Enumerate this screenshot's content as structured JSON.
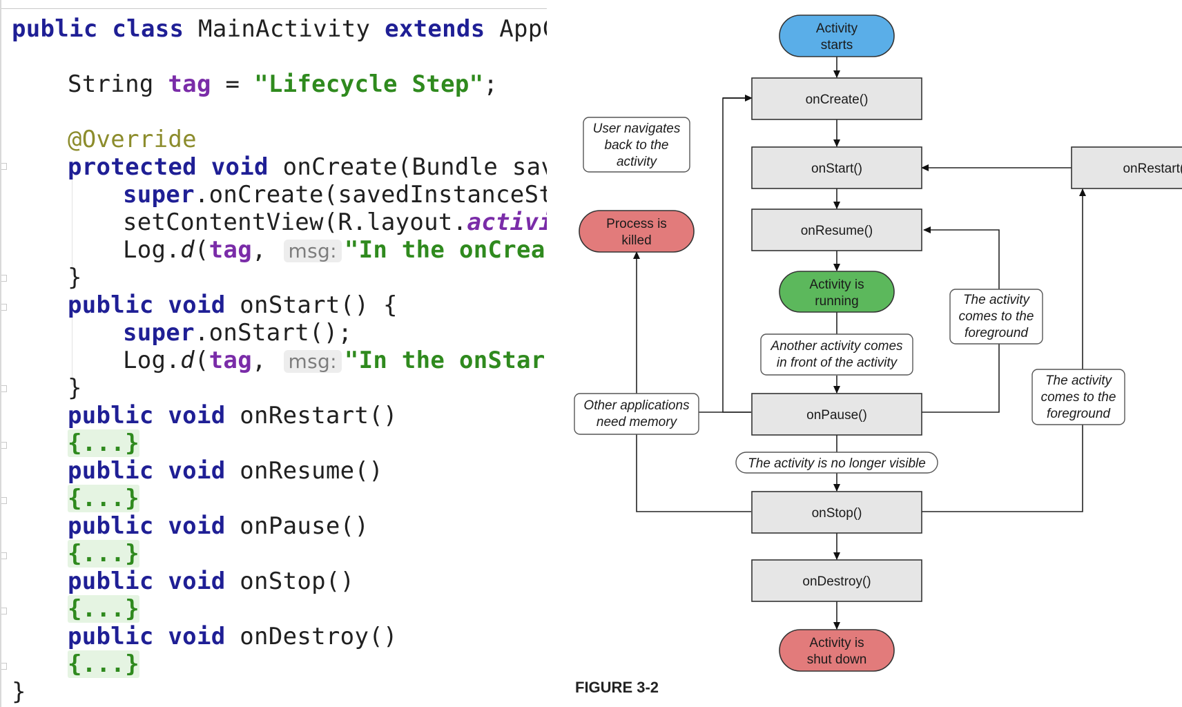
{
  "code": {
    "class_declaration": {
      "kw_public": "public",
      "kw_class": "class",
      "class_name": "MainActivity",
      "kw_extends": "extends",
      "parent_clipped": "AppC("
    },
    "tag_field": {
      "type": "String",
      "name": "tag",
      "equals": "=",
      "value": "\"Lifecycle Step\"",
      "end": ";"
    },
    "annotation": "@Override",
    "on_create": {
      "kw_protected": "protected",
      "kw_void": "void",
      "signature": "onCreate(Bundle save",
      "super_kw": "super",
      "super_call": ".onCreate(savedInstanceSta",
      "content_view_prefix": "setContentView(R.layout.",
      "content_view_field": "activit",
      "log_prefix": "Log.",
      "log_method": "d",
      "log_open": "(",
      "log_tag": "tag",
      "log_comma": ",",
      "msg_hint": "msg:",
      "log_string": "\"In the onCrea",
      "closing_brace": "}"
    },
    "on_start": {
      "kw_public": "public",
      "kw_void": "void",
      "signature": "onStart() {",
      "super_kw": "super",
      "super_call": ".onStart();",
      "log_prefix": "Log.",
      "log_method": "d",
      "log_open": "(",
      "log_tag": "tag",
      "log_comma": ",",
      "msg_hint": "msg:",
      "log_string": "\"In the onStar",
      "closing_brace": "}"
    },
    "collapsed_methods": [
      {
        "kw_public": "public",
        "kw_void": "void",
        "signature": "onRestart()",
        "folded_body": "{...}"
      },
      {
        "kw_public": "public",
        "kw_void": "void",
        "signature": "onResume()",
        "folded_body": "{...}"
      },
      {
        "kw_public": "public",
        "kw_void": "void",
        "signature": "onPause()",
        "folded_body": "{...}"
      },
      {
        "kw_public": "public",
        "kw_void": "void",
        "signature": "onStop()",
        "folded_body": "{...}"
      },
      {
        "kw_public": "public",
        "kw_void": "void",
        "signature": "onDestroy()",
        "folded_body": "{...}"
      }
    ],
    "class_closing_brace": "}"
  },
  "diagram": {
    "terminals": {
      "activity_starts": [
        "Activity",
        "starts"
      ],
      "process_killed": [
        "Process is",
        "killed"
      ],
      "activity_running": [
        "Activity is",
        "running"
      ],
      "activity_shut_down": [
        "Activity is",
        "shut down"
      ]
    },
    "states": {
      "on_create": "onCreate()",
      "on_start": "onStart()",
      "on_restart": "onRestart()",
      "on_resume": "onResume()",
      "on_pause": "onPause()",
      "on_stop": "onStop()",
      "on_destroy": "onDestroy()"
    },
    "notes": {
      "user_navigates_back": [
        "User navigates",
        "back to the",
        "activity"
      ],
      "comes_to_foreground_resume": [
        "The activity",
        "comes to the",
        "foreground"
      ],
      "another_activity": [
        "Another activity comes",
        "in front of the activity"
      ],
      "other_apps_memory": [
        "Other applications",
        "need memory"
      ],
      "comes_to_foreground_restart": [
        "The activity",
        "comes to the",
        "foreground"
      ],
      "no_longer_visible": "The activity is no longer visible"
    },
    "figure_caption": "FIGURE 3-2"
  },
  "colors": {
    "terminal_start_fill": "#5aaee8",
    "terminal_running_fill": "#5cb85c",
    "terminal_killed_fill": "#e27b7b",
    "state_box_fill": "#e6e6e6",
    "keyword": "#1f1f95",
    "field": "#7a2ca8",
    "string": "#2f8a1e",
    "annotation": "#8c8c2c"
  }
}
